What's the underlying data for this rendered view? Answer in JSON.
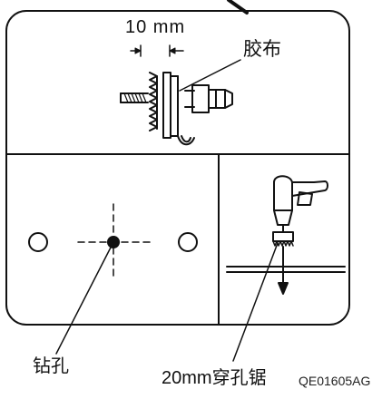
{
  "labels": {
    "dimension": "10 mm",
    "tape": "胶布",
    "drill_hole": "钻孔",
    "hole_saw": "20mm穿孔锯",
    "figure_code": "QE01605AG"
  },
  "colors": {
    "line": "#111111",
    "background": "#ffffff",
    "code_text": "#222222"
  }
}
